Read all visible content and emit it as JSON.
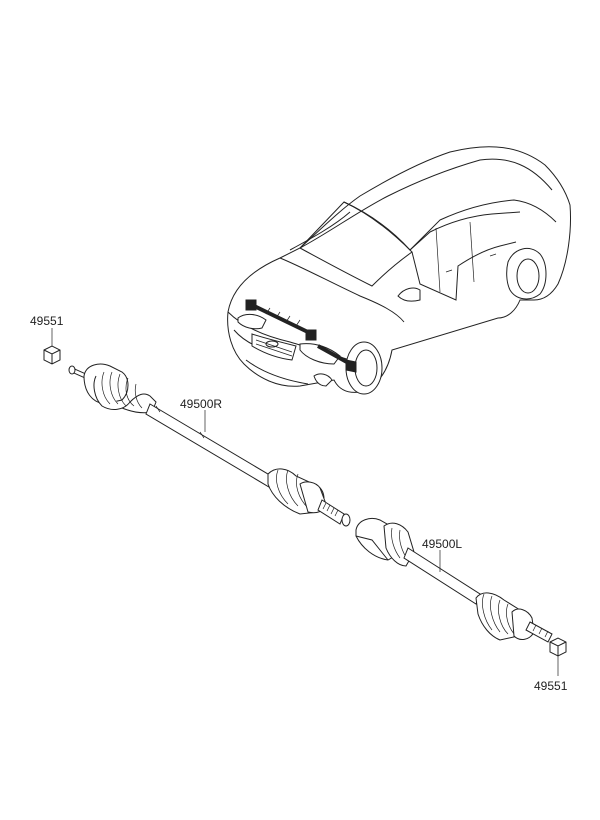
{
  "labels": {
    "nut_top_left": "49551",
    "shaft_right": "49500R",
    "shaft_left": "49500L",
    "nut_bottom_right": "49551"
  },
  "colors": {
    "line": "#222222",
    "background": "#ffffff"
  }
}
